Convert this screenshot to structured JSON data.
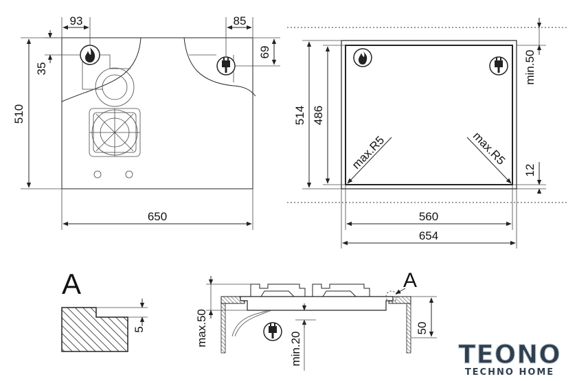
{
  "top_left": {
    "dim_93": "93",
    "dim_85": "85",
    "dim_35": "35",
    "dim_69": "69",
    "dim_510": "510",
    "dim_650": "650"
  },
  "top_right": {
    "dim_514": "514",
    "dim_486": "486",
    "dim_min50": "min.50",
    "dim_12": "12",
    "radius_left": "max.R5",
    "radius_right": "max.R5",
    "dim_560": "560",
    "dim_654": "654"
  },
  "detail": {
    "label": "A",
    "dim_5": "5"
  },
  "section": {
    "label": "A",
    "dim_max50": "max.50",
    "dim_min20": "min.20",
    "dim_50": "50"
  },
  "logo": {
    "name": "TEONO",
    "tagline": "TECHNO HOME",
    "colors": {
      "fill": "#2f3f4f",
      "outline": "#cfd8de"
    }
  },
  "icons": [
    "flame-icon",
    "plug-icon",
    "burner-grid-icon",
    "arrow-icon"
  ]
}
